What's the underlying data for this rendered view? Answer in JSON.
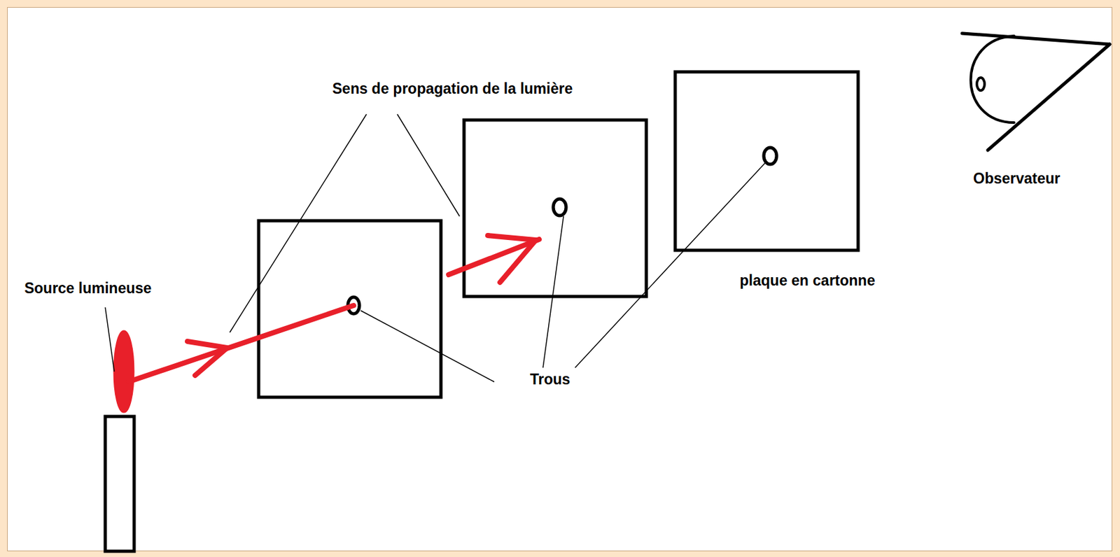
{
  "diagram": {
    "labels": [
      "Sens de propagation de la lumière",
      "Observateur",
      "Source lumineuse",
      "plaque en cartonne",
      "Trous"
    ]
  }
}
